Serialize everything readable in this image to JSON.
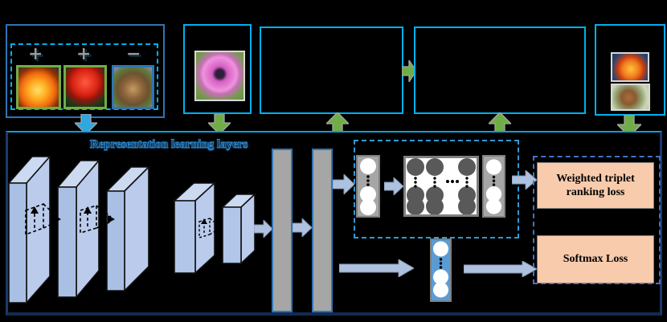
{
  "figure": {
    "title": "Representation learning layers",
    "triplet_box": {
      "signs": [
        "+",
        "+",
        "−"
      ],
      "images": [
        "orange-flower-anchor",
        "red-flower-positive",
        "butterfly-negative"
      ]
    },
    "query_box": {
      "image": "pink-anemone-query-flower"
    },
    "result_box": {
      "images": [
        "orange-tulip-result",
        "moth-on-grass-result"
      ]
    },
    "loss_panel": {
      "weighted_triplet_label": "Weighted triplet ranking loss",
      "softmax_label": "Softmax Loss"
    },
    "colors": {
      "green_arrow": "#70AD47",
      "blue_arrow": "#2FA8E0",
      "block_arrow": "#AEC2E0",
      "top_box_border": "#00B0F0",
      "triplet_box_border": "#2E75B6",
      "container_border": "#1B3A6B",
      "loss_box_fill": "#F8CBAD",
      "loss_panel_border": "#4472C4",
      "conv_slab_fill": "#A9C0E4",
      "fc_bar_fill": "#A6A6A6",
      "embedding_neuron_fill": "#595959",
      "softmax_vector_fill": "#5B9BD5",
      "positive_tile_border": "#70AD47",
      "negative_tile_border": "#2E75B6"
    }
  }
}
